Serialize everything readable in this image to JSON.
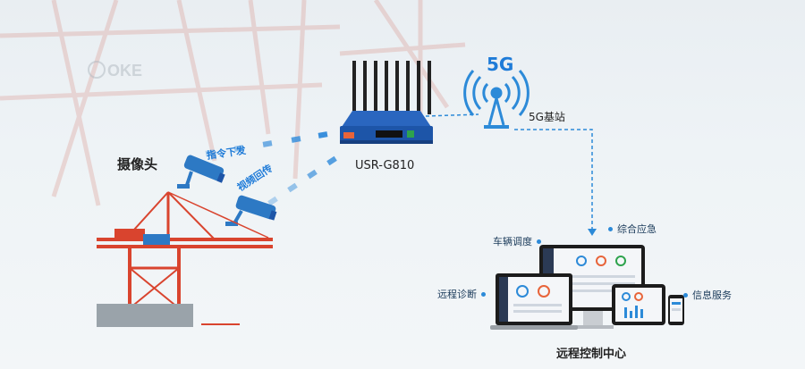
{
  "labels": {
    "camera": "摄像头",
    "router": "USR-G810",
    "base_station": "5G基站",
    "network": "5G",
    "command_down": "指令下发",
    "video_back": "视频回传",
    "control_center": "远程控制中心",
    "functions": [
      "车辆调度",
      "综合应急",
      "远程诊断",
      "信息服务"
    ]
  },
  "watermark": "OKE",
  "colors": {
    "link": "#2c8ad8",
    "accent": "#1e7bd8",
    "crane": "#d9442e",
    "router_body": "#1d55a8"
  }
}
